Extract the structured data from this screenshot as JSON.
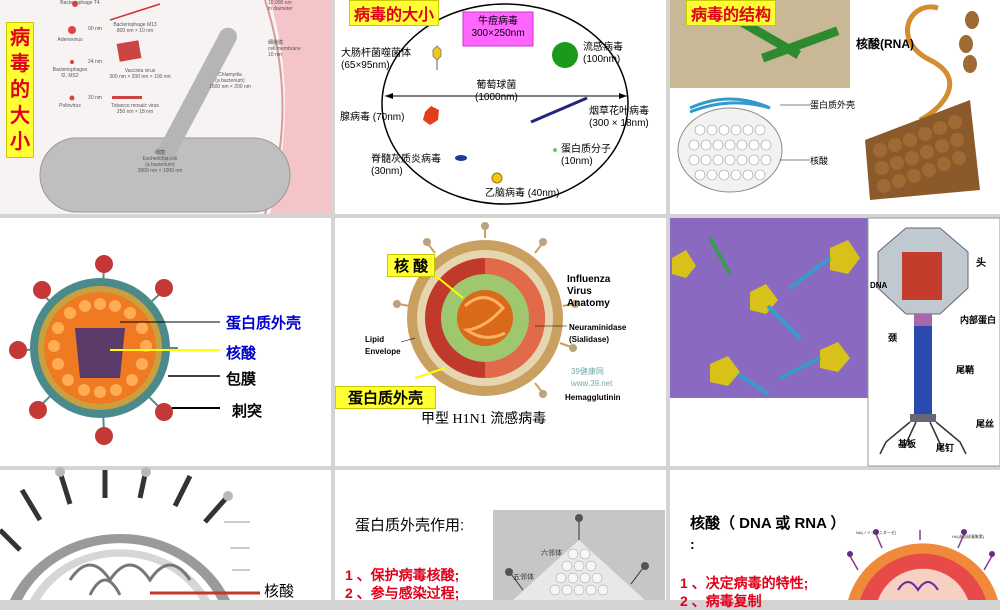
{
  "slide1": {
    "title": "病毒的大小",
    "items": {
      "bacteriophage_t4": "Bacteriophage T4",
      "size_90": "90 nm",
      "adenovirus": "Adenovirus",
      "size_24": "24 nm",
      "bacteriophage_f2": "Bacteriophages\nf2, MS2",
      "size_30": "30 nm",
      "poliovirus": "Poliovirus",
      "ms2": "Bacteriophage M13\n800 nm × 10 nm",
      "vaccinia": "Vaccinia virus\n300 nm × 200 nm × 100 nm",
      "tmv": "Tobacco mosaic virus\n250 nm × 18 nm",
      "ecoli": "细菌\nEscherichia coli\n(a bacterium)\n3000 nm × 1000 nm",
      "chlamydia": "Chlamydia\n(a bacterium)\n1500 nm × 200 nm",
      "cell_membrane": "细胞膜\ncell membrane\n10 nm",
      "diameter": "10,000 nm\nin diameter"
    }
  },
  "slide2": {
    "title": "病毒的大小",
    "smallpox": "牛痘病毒\n300×250nm",
    "ecoli_phage": "大肠杆菌噬菌体\n(65×95nm)",
    "flu": "流感病毒\n(100nm)",
    "staph": "葡萄球菌\n(1000nm)",
    "adeno": "腺病毒 (70nm)",
    "tmv": "烟草花叶病毒\n(300 × 18nm)",
    "protein": "蛋白质分子\n(10nm)",
    "polio": "脊髓灰质炎病毒\n(30nm)",
    "encephalitis": "乙脑病毒 (40nm)"
  },
  "slide3": {
    "title": "病毒的结构",
    "rna": "核酸(RNA)",
    "capsid": "蛋白质外壳",
    "nucleic": "核酸"
  },
  "slide4": {
    "capsid": "蛋白质外壳",
    "nucleic": "核酸",
    "envelope": "包膜",
    "spikes": "刺突"
  },
  "slide5": {
    "nucleic": "核 酸",
    "capsid": "蛋白质外壳",
    "flu_anatomy": "Influenza\nVirus\nAnatomy",
    "neuraminidase": "Neuraminidase\n(Sialidase)",
    "lipid": "Lipid\nEnvelope",
    "hemagglutinin": "Hemagglutinin",
    "watermark": "39健康网\nwww.39.net",
    "caption": "甲型 H1N1 流感病毒"
  },
  "slide6": {
    "head": "头",
    "dna": "DNA",
    "inner_protein": "内部蛋白",
    "neck": "颈",
    "sheath": "尾鞘",
    "fibers": "尾丝",
    "base": "基板",
    "pins": "尾钉"
  },
  "slide7": {
    "nucleic": "核酸"
  },
  "slide8": {
    "heading": "蛋白质外壳作用:",
    "point1": "1 、保护病毒核酸;",
    "point2": "2 、参与感染过程;",
    "hexon": "六邻体",
    "penton": "五邻体"
  },
  "slide9": {
    "heading": "核酸（ DNA 或 RNA ）",
    "colon": ":",
    "point1": "1 、决定病毒的特性;",
    "point2": "2 、病毒复制",
    "na_label": "NA(ノイラミニダーゼ)",
    "ha_label": "HA(赤血球凝集素)"
  }
}
